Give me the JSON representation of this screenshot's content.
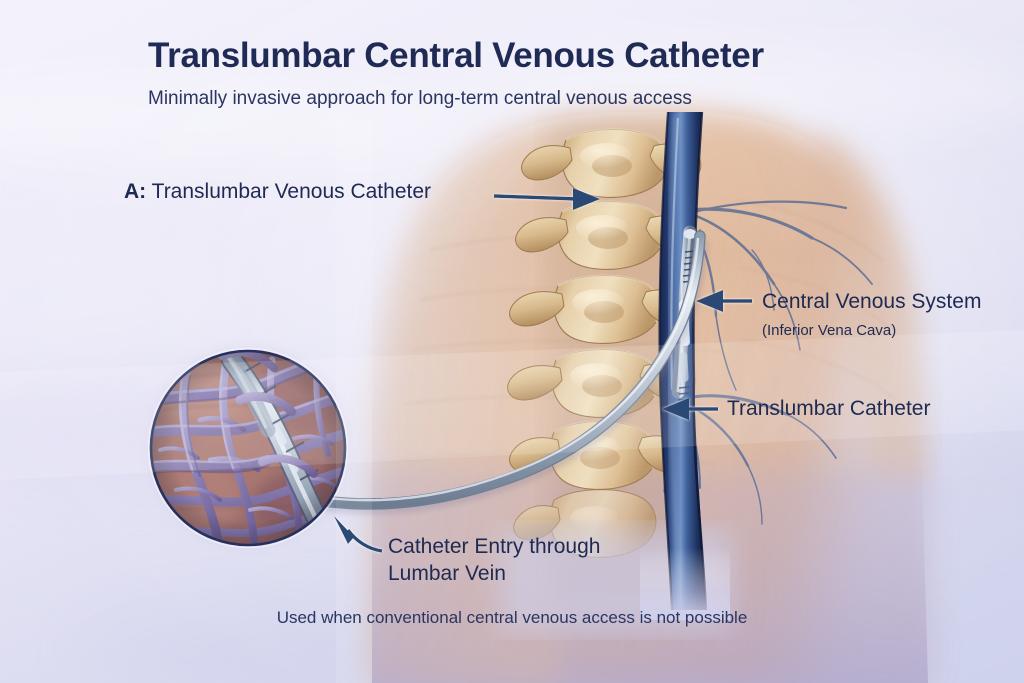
{
  "header": {
    "title": "Translumbar Central Venous Catheter",
    "subtitle": "Minimally invasive approach for long-term central venous access"
  },
  "labels": {
    "a_marker": "A:",
    "a_text": "Translumbar Venous Catheter",
    "central_venous_system": "Central Venous System",
    "central_venous_system_sub": "(Inferior Vena Cava)",
    "translumbar_catheter": "Translumbar Catheter",
    "catheter_entry": "Catheter Entry through Lumbar Vein"
  },
  "footer": {
    "caption": "Used when conventional central venous access is not possible"
  },
  "colors": {
    "title_navy": "#1f2b55",
    "text_navy": "#2a3560",
    "arrow_blue": "#2c4a74",
    "background_lavender": "#e9e7f6",
    "background_lavender_deep": "#cfd0ec",
    "skin_tone": "#d7a98a",
    "skin_light": "#e8c4a8",
    "bone_tan": "#d9b98c",
    "bone_light": "#ead5b0",
    "vein_navy": "#1f3566",
    "vein_mid": "#3a5a93",
    "catheter_gray": "#b9c4d2",
    "plexus_purple": "#8f83b8",
    "inset_flesh": "#a8776f",
    "inset_border": "#26305c"
  },
  "figure": {
    "inset_name": "lumbar-vein-plexus-inset",
    "spine_name": "lumbar-spine",
    "vein_name": "inferior-vena-cava",
    "catheter_name": "translumbar-catheter-tube",
    "torso_name": "patient-torso"
  }
}
